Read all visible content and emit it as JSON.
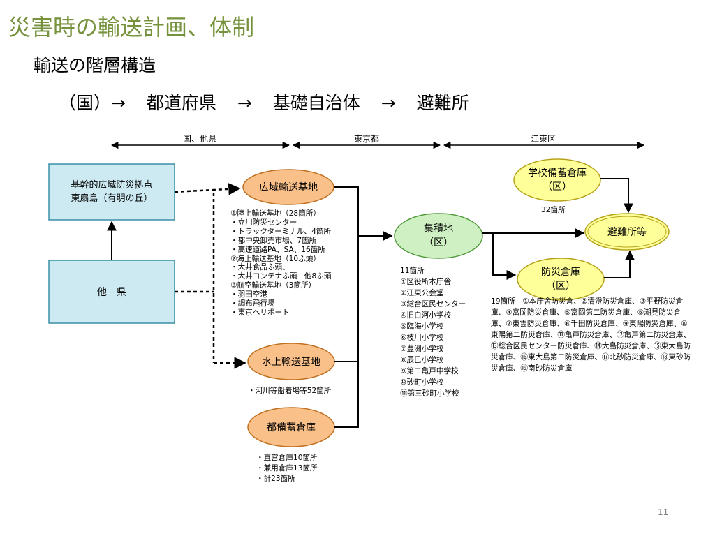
{
  "slide": {
    "title": "災害時の輸送計画、体制",
    "subtitle": "輸送の階層構造",
    "flow": [
      "（国）→",
      "都道府県",
      "→",
      "基礎自治体",
      "→",
      "避難所"
    ],
    "page_number": "11"
  },
  "headers": {
    "national": "国、他県",
    "tokyo": "東京都",
    "koto": "江東区"
  },
  "nodes": {
    "base_hub": [
      "基幹的広域防災拠点",
      "東扇島（有明の丘）"
    ],
    "other_pref": "他　県",
    "wide_area": "広域輸送基地",
    "water": "水上輸送基地",
    "metro_storage": "都備蓄倉庫",
    "collection": [
      "集積地",
      "（区）"
    ],
    "school": [
      "学校備蓄倉庫",
      "（区）"
    ],
    "disaster_storage": [
      "防災倉庫",
      "（区）"
    ],
    "shelter": "避難所等"
  },
  "notes": {
    "wide_area": [
      "①陸上輸送基地（28箇所）",
      "・立川防災センター",
      "・トラックターミナル、4箇所",
      "・都中央卸売市場、7箇所",
      "・高速道路PA、SA、16箇所",
      "②海上輸送基地（10ふ頭）",
      "・大井食品ふ頭、",
      "・大井コンテナふ頭　他8ふ頭",
      "③航空輸送基地（3箇所）",
      "・羽田空港",
      "・調布飛行場",
      "・東京ヘリポート"
    ],
    "water": [
      "・河川等船着場等52箇所"
    ],
    "metro_storage": [
      "・直営倉庫10箇所",
      "・兼用倉庫13箇所",
      "・計23箇所"
    ],
    "school": [
      "32箇所"
    ],
    "collection": [
      "11箇所",
      "①区役所本庁舎",
      "②江東公会堂",
      "③総合区民センター",
      "④旧白河小学校",
      "⑤臨海小学校",
      "⑥枝川小学校",
      "⑦豊洲小学校",
      "⑧辰巳小学校",
      "⑨第二亀戸中学校",
      "⑩砂町小学校",
      "⑪第三砂町小学校"
    ],
    "disaster_storage": "19箇所　①本庁舎防災倉、②清澄防災倉庫、③平野防災倉庫、④富岡防災倉庫、⑤富岡第二防災倉庫、⑥潮見防災倉庫、⑦東雲防災倉庫、⑧千田防災倉庫、⑨東陽防災倉庫、⑩東陽第二防災倉庫、⑪亀戸防災倉庫、⑫亀戸第二防災倉庫、⑬総合区民センター防災倉庫、⑭大島防災倉庫、⑮東大島防災倉庫、⑯東大島第二防災倉庫、⑰北砂防災倉庫、⑱東砂防災倉庫、⑲南砂防災倉庫"
  },
  "colors": {
    "title": "#76923c",
    "rect_fill": "#cdeaf2",
    "orange_fill": "#f9c089",
    "green_fill": "#cff0c2",
    "yellow_fill": "#ffff99"
  }
}
